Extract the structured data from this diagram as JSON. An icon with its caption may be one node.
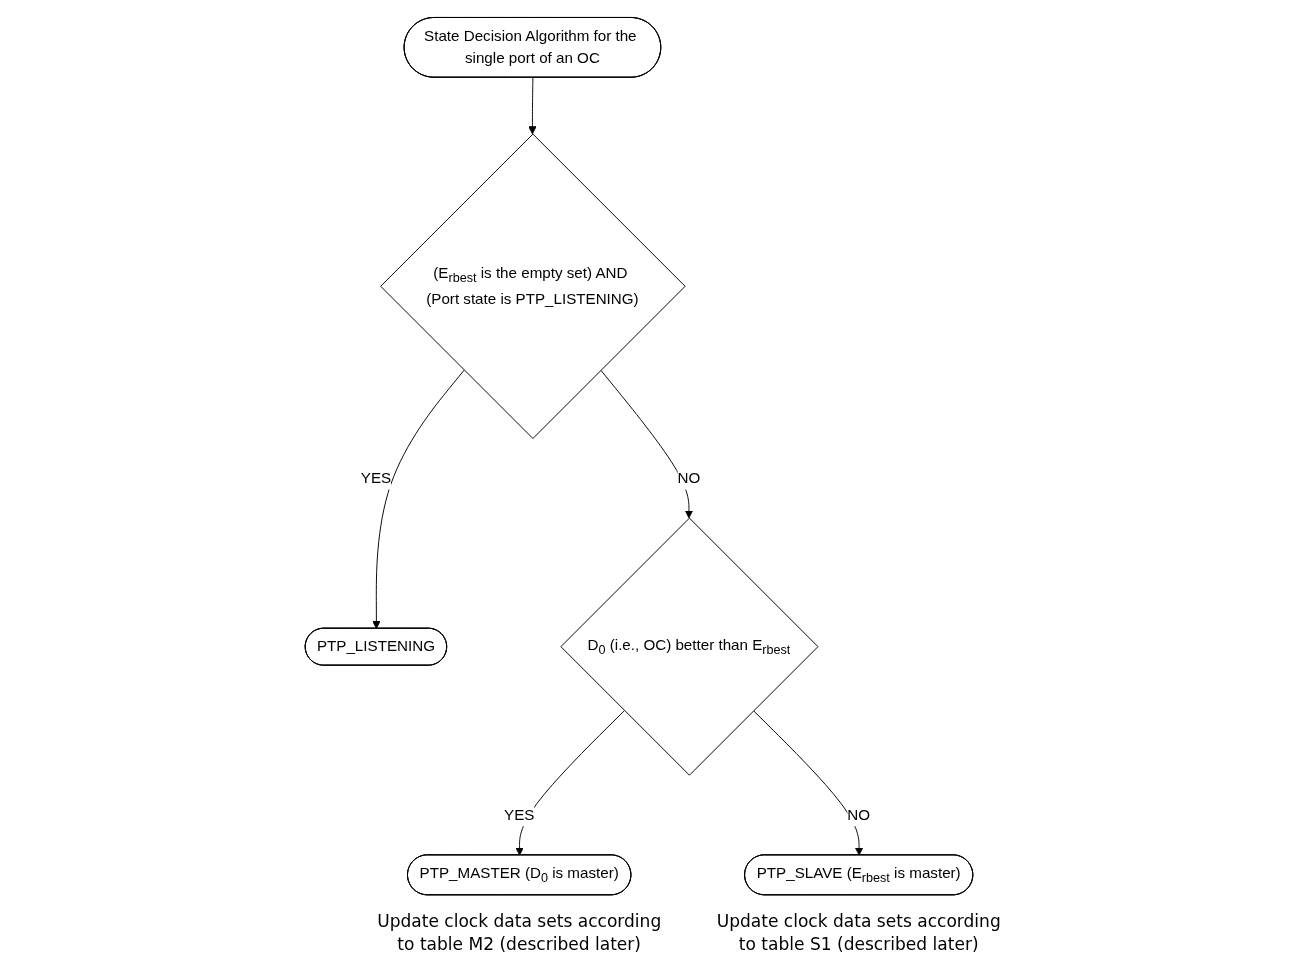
{
  "diagram": {
    "nodes": [
      {
        "text": [
          "State Decision Algorithm for the single port of an OC"
        ]
      },
      {
        "text": [
          "(E$_{rbest}$ is the empty set) AND (Port state is PTP_LISTENING)"
        ]
      },
      {
        "text": [
          "PTP_LISTENING"
        ]
      },
      {
        "text": [
          "D$_{0}$ (i.e., OC) better than E$_{rbest}$"
        ]
      },
      {
        "text": [
          "PTP_MASTER (D$_{0}$ is master)"
        ],
        "beside": [
          "Update clock data sets according to table M2 (described later)"
        ]
      },
      {
        "text": [
          "PTP_SLAVE (E$_{rbest}$ is master)"
        ],
        "beside": [
          "Update clock data sets according to table S1 (described later)"
        ]
      }
    ],
    "edges": [
      {
        "from": 0,
        "to": 1,
        "arrow": "to"
      },
      {
        "from": 1,
        "to": 2,
        "arrow": "to",
        "label": "YES"
      },
      {
        "from": 1,
        "to": 3,
        "arrow": "to",
        "label": "NO"
      },
      {
        "from": 3,
        "to": 4,
        "arrow": "to",
        "label": "YES"
      },
      {
        "from": 3,
        "to": 5,
        "arrow": "to",
        "label": "NO"
      }
    ]
  }
}
